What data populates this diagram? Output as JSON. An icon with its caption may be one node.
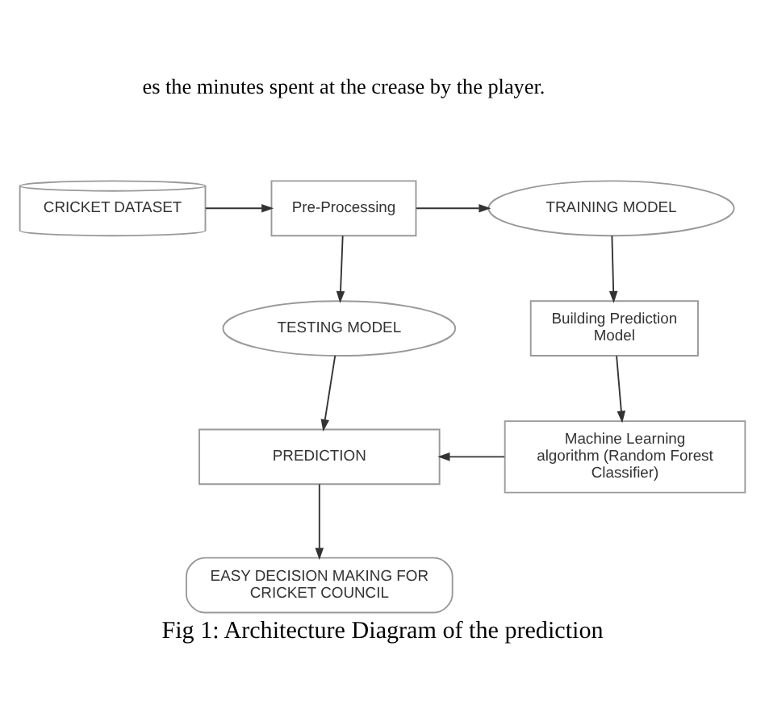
{
  "diagram": {
    "caption": "Fig 1: Architecture Diagram of the prediction",
    "nodes": [
      {
        "text": [
          "CRICKET DATASET"
        ]
      },
      {
        "text": [
          "Pre-Processing"
        ]
      },
      {
        "text": [
          "TRAINING MODEL"
        ]
      },
      {
        "text": [
          "TESTING MODEL"
        ]
      },
      {
        "text": [
          "Building Prediction Model"
        ]
      },
      {
        "text": [
          "PREDICTION"
        ]
      },
      {
        "text": [
          "Machine Learning algorithm (Random Forest Classifier)"
        ]
      },
      {
        "text": [
          "EASY DECISION MAKING FOR CRICKET COUNCIL"
        ]
      }
    ],
    "edges": [
      {
        "from": 0,
        "to": 1,
        "arrow": "to"
      },
      {
        "from": 1,
        "to": 2,
        "arrow": "to"
      },
      {
        "from": 1,
        "to": 3,
        "arrow": "to"
      },
      {
        "from": 2,
        "to": 4,
        "arrow": "to"
      },
      {
        "from": 3,
        "to": 5,
        "arrow": "to"
      },
      {
        "from": 4,
        "to": 6,
        "arrow": "to"
      },
      {
        "from": 6,
        "to": 5,
        "arrow": "to"
      },
      {
        "from": 5,
        "to": 7,
        "arrow": "to"
      }
    ],
    "labels": [
      "es the minutes spent at the crease by the player."
    ]
  }
}
